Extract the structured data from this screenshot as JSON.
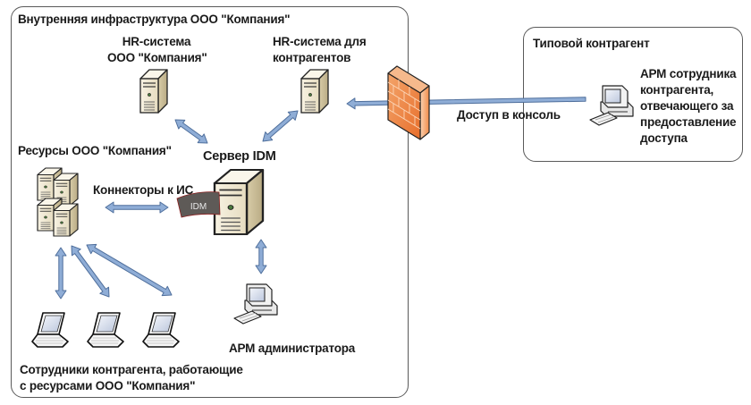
{
  "diagram": {
    "zones": {
      "internal": {
        "title": "Внутренняя инфраструктура ООО \"Компания\""
      },
      "partner": {
        "title": "Типовой контрагент"
      }
    },
    "nodes": {
      "hr_company": {
        "label_line1": "HR-система",
        "label_line2": "ООО \"Компания\"",
        "icon": "server-tower-icon"
      },
      "hr_partners": {
        "label_line1": "HR-система для",
        "label_line2": "контрагентов",
        "icon": "server-tower-icon"
      },
      "idm_server": {
        "label": "Сервер IDM",
        "icon": "server-tower-icon",
        "badge": "IDM"
      },
      "resources": {
        "label": "Ресурсы ООО \"Компания\"",
        "icon": "server-cluster-icon"
      },
      "connectors": {
        "label": "Коннекторы к ИС"
      },
      "admin_ws": {
        "label": "АРМ администратора",
        "icon": "workstation-icon"
      },
      "firewall": {
        "icon": "firewall-icon"
      },
      "partner_ws": {
        "label_lines": [
          "АРМ сотрудника",
          "контрагента,",
          "отвечающего за",
          "предоставление",
          "доступа"
        ],
        "icon": "workstation-icon"
      },
      "partner_employees": {
        "label_line1": "Сотрудники контрагента, работающие",
        "label_line2": "с ресурсами ООО \"Компания\"",
        "icon": "laptop-icon",
        "count": 3
      }
    },
    "edges": [
      {
        "from": "hr_company",
        "to": "idm_server",
        "type": "bidirectional"
      },
      {
        "from": "hr_partners",
        "to": "idm_server",
        "type": "bidirectional"
      },
      {
        "from": "resources",
        "to": "idm_server",
        "type": "bidirectional",
        "label": "Коннекторы к ИС"
      },
      {
        "from": "idm_server",
        "to": "admin_ws",
        "type": "bidirectional"
      },
      {
        "from": "partner_ws",
        "to": "hr_partners",
        "type": "directed",
        "via": "firewall",
        "label": "Доступ в консоль"
      },
      {
        "from": "resources",
        "to": "laptop_1",
        "type": "bidirectional"
      },
      {
        "from": "resources",
        "to": "laptop_2",
        "type": "bidirectional"
      },
      {
        "from": "resources",
        "to": "laptop_3",
        "type": "bidirectional"
      }
    ],
    "access_label": "Доступ в консоль",
    "colors": {
      "arrow_fill": "#8fadd6",
      "arrow_stroke": "#4f6f9c",
      "firewall": "#f08c4a",
      "server_body": "#efe8d2",
      "badge": "#5e5a57",
      "border": "#5a5a5a"
    }
  }
}
